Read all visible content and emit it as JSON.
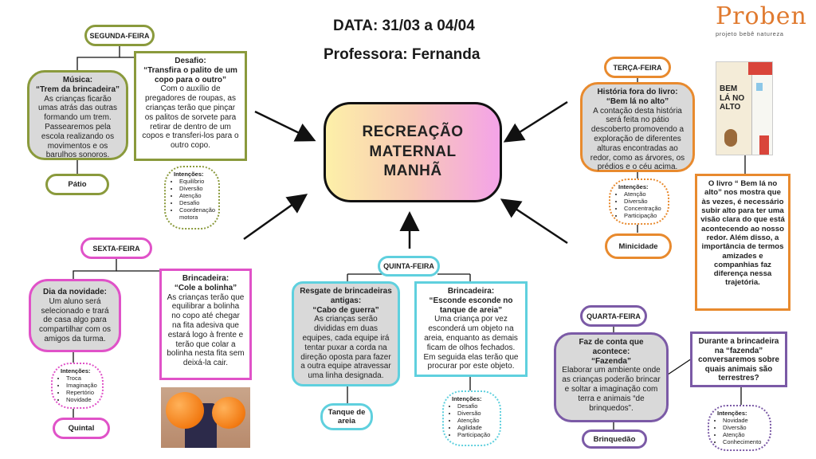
{
  "header": {
    "date": "DATA: 31/03 a 04/04",
    "teacher": "Professora: Fernanda"
  },
  "logo": {
    "name": "Proben",
    "tagline": "projeto bebê natureza"
  },
  "center": {
    "line1": "RECREAÇÃO",
    "line2": "MATERNAL",
    "line3": "MANHÃ"
  },
  "segunda": {
    "day": "SEGUNDA-FEIRA",
    "music_title": "Música:",
    "music_name": "“Trem da brincadeira”",
    "music_text": "As crianças ficarão umas atrás das outras formando um trem. Passearemos pela escola realizando os movimentos e os barulhos sonoros.",
    "place": "Pátio",
    "challenge_title": "Desafio:",
    "challenge_name": "“Transfira o palito de um copo para o outro”",
    "challenge_text": "Com o auxílio de pregadores de roupas, as crianças terão que pinçar os palitos de sorvete para retirar de dentro de um copos e transferi-los para o outro copo.",
    "intentions_title": "Intenções:",
    "intentions": [
      "Equilíbrio",
      "Diversão",
      "Atenção",
      "Desafio",
      "Coordenação motora"
    ]
  },
  "terca": {
    "day": "TERÇA-FEIRA",
    "story_title": "História fora do livro:",
    "story_name": "“Bem lá no alto”",
    "story_text": "A contação desta história será feita no pátio descoberto promovendo a exploração de diferentes alturas encontradas ao redor, como as árvores, os prédios e o céu acima.",
    "intentions_title": "Intenções:",
    "intentions": [
      "Atenção",
      "Diversão",
      "Concentração",
      "Participação"
    ],
    "place": "Minicidade",
    "book_title": "BEM LÁ NO ALTO",
    "note": "O livro “ Bem lá no alto” nos mostra que às vezes, é necessário subir alto para ter uma visão clara do que está acontecendo ao nosso redor. Além disso, a importância de termos amizades e companhias faz diferença nessa trajetória."
  },
  "quarta": {
    "day": "QUARTA-FEIRA",
    "title": "Faz de conta que acontece:",
    "name": "“Fazenda”",
    "text": "Elaborar um ambiente onde as crianças poderão brincar e soltar a imaginação com terra e animais “de brinquedos”.",
    "place": "Brinquedão",
    "question": "Durante a brincadeira na “fazenda” conversaremos sobre quais animais são terrestres?",
    "intentions_title": "Intenções:",
    "intentions": [
      "Novidade",
      "Diversão",
      "Atenção",
      "Conhecimento"
    ]
  },
  "quinta": {
    "day": "QUINTA-FEIRA",
    "rescue_title": "Resgate de brincadeiras antigas:",
    "rescue_name": "“Cabo de guerra”",
    "rescue_text": "As crianças serão divididas em duas equipes, cada equipe irá tentar puxar a corda na direção oposta para fazer a outra equipe atravessar uma linha designada.",
    "place": "Tanque de areia",
    "game_title": "Brincadeira:",
    "game_name": "“Esconde esconde no tanque de areia”",
    "game_text": "Uma criança por vez esconderá um objeto na areia, enquanto as demais ficam de olhos fechados. Em seguida elas terão que procurar por este objeto.",
    "intentions_title": "Intenções:",
    "intentions": [
      "Desafio",
      "Diversão",
      "Atenção",
      "Agilidade",
      "Participação"
    ]
  },
  "sexta": {
    "day": "SEXTA-FEIRA",
    "news_title": "Dia da novidade:",
    "news_text": "Um aluno será selecionado e trará de casa algo para compartilhar com os amigos da turma.",
    "intentions_title": "Intenções:",
    "intentions": [
      "Troca",
      "Imaginação",
      "Repertório",
      "Novidade"
    ],
    "place": "Quintal",
    "game_title": "Brincadeira:",
    "game_name": "“Cole a bolinha”",
    "game_text": "As crianças terão que equilibrar a bolinha no copo até chegar na fita adesiva que estará logo à frente e terão que colar a bolinha nesta fita sem deixá-la cair."
  },
  "colors": {
    "olive": "#8a9a3c",
    "orange": "#e88a2e",
    "purple": "#7b5aa6",
    "cyan": "#5fd0de",
    "pink": "#e052c8"
  }
}
